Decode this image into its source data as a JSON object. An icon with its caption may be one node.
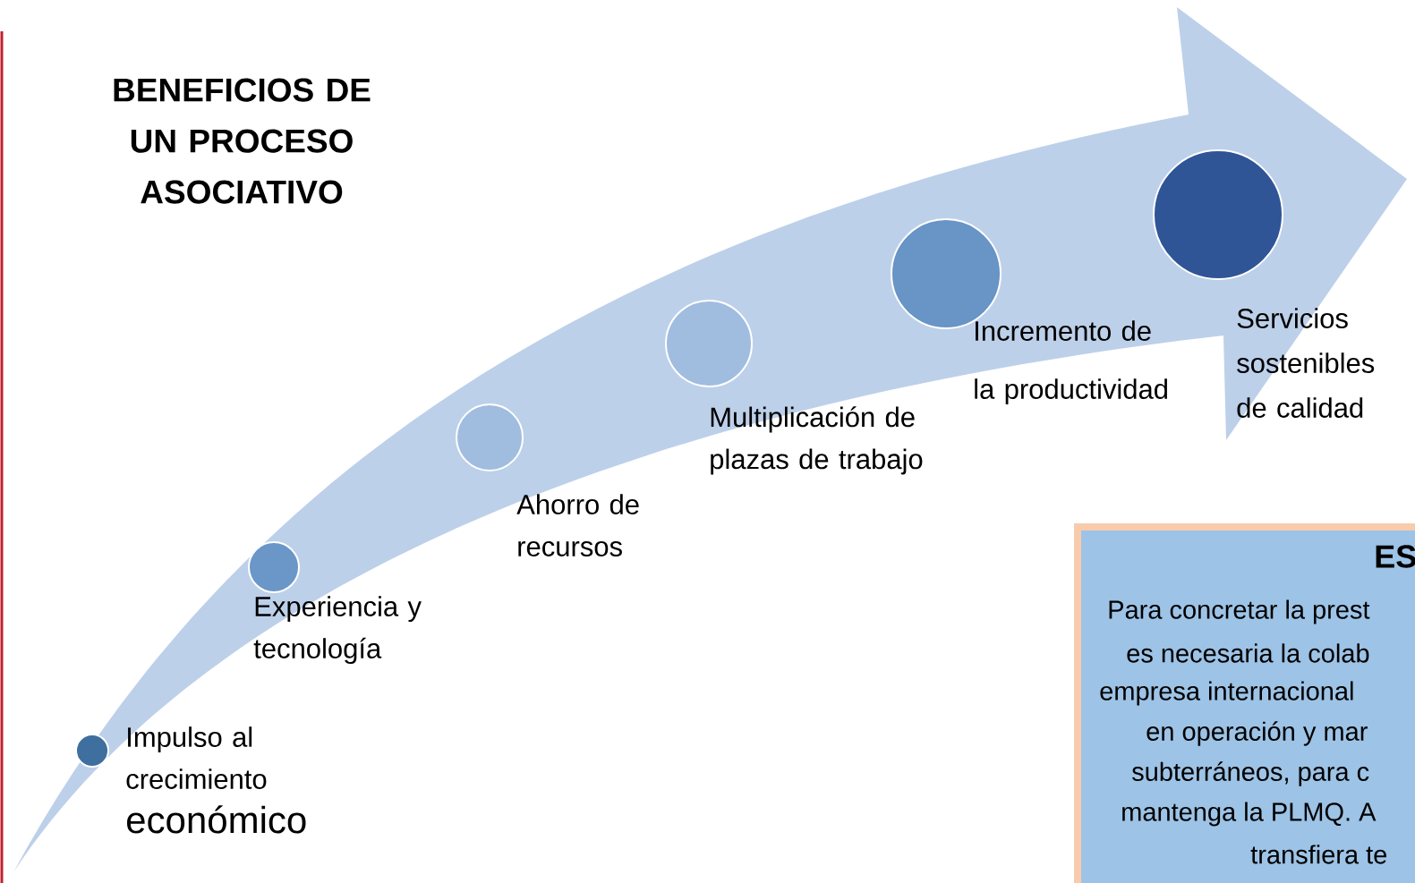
{
  "diagram": {
    "title": "BENEFICIOS DE UN PROCESO ASOCIATIVO",
    "nodes": [
      {
        "text": [],
        "shape": "circle",
        "beside": [
          "Impulso al crecimiento",
          "económico"
        ]
      },
      {
        "text": [],
        "shape": "circle",
        "beside": [
          "Experiencia  y tecnología"
        ]
      },
      {
        "text": [],
        "shape": "circle",
        "beside": [
          "Ahorro de recursos"
        ]
      },
      {
        "text": [],
        "shape": "circle",
        "beside": [
          "Multiplicación de plazas de trabajo"
        ]
      },
      {
        "text": [],
        "shape": "circle",
        "beside": [
          "Incremento de la productividad"
        ]
      },
      {
        "text": [],
        "shape": "circle",
        "beside": [
          "Servicios sostenibles de calidad"
        ]
      },
      {
        "text": [
          "ES",
          "Para concretar la prest",
          "es necesaria la colab",
          "empresa internacional",
          "en operación y mar",
          "subterráneos, para c",
          "mantenga la PLMQ. A",
          "transfiera te"
        ]
      }
    ]
  }
}
